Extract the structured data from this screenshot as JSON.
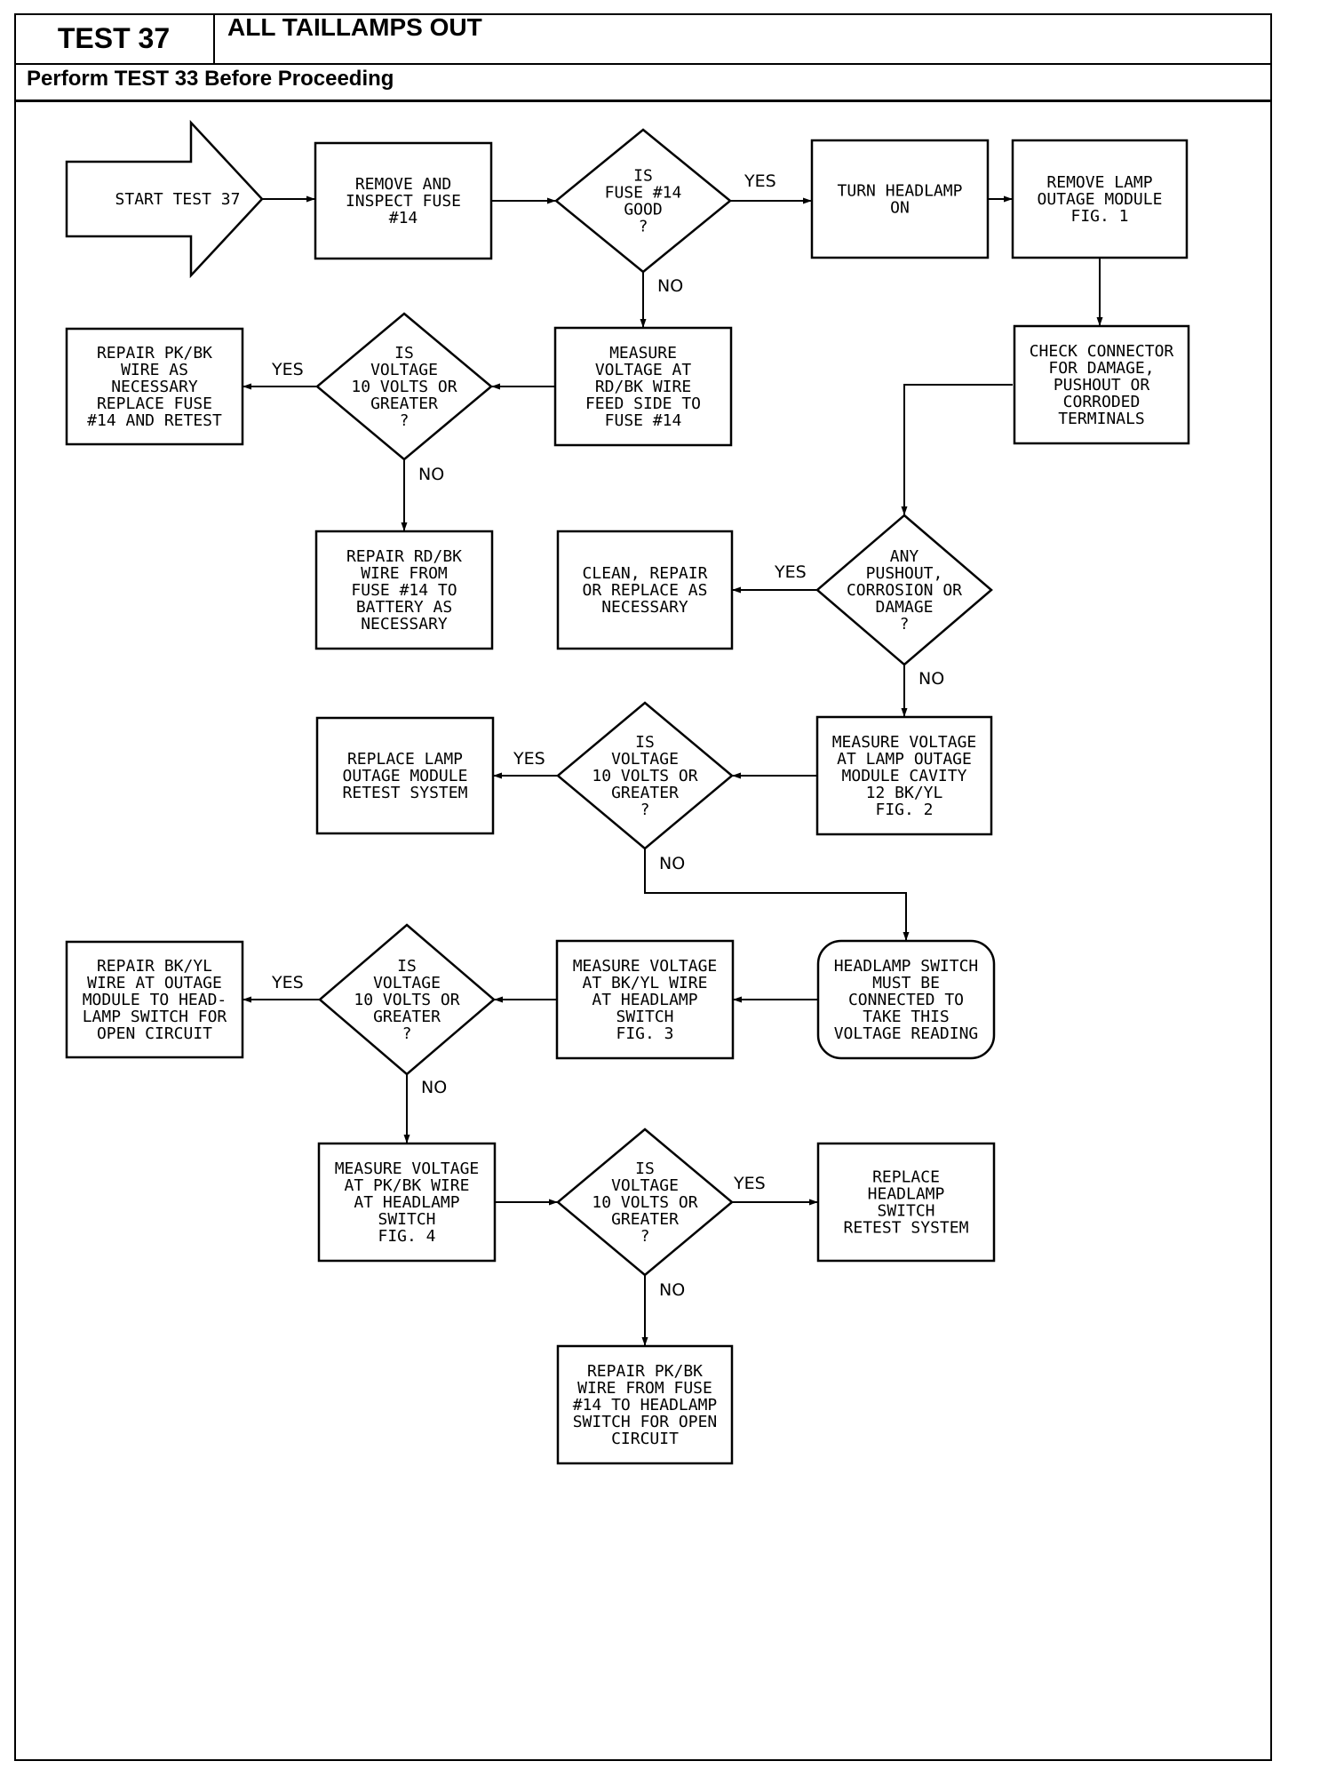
{
  "header": {
    "test_id": "TEST 37",
    "title": "ALL TAILLAMPS OUT",
    "subtitle": "Perform TEST 33 Before Proceeding"
  },
  "nodes": [
    {
      "id": "start",
      "shape": "arrow",
      "lines": [
        "START TEST 37"
      ]
    },
    {
      "id": "remove-fuse",
      "shape": "box",
      "lines": [
        "REMOVE AND",
        "INSPECT FUSE",
        "#14"
      ]
    },
    {
      "id": "fuse-good",
      "shape": "diamond",
      "lines": [
        "IS",
        "FUSE #14",
        "GOOD",
        "?"
      ]
    },
    {
      "id": "turn-headlamp",
      "shape": "box",
      "lines": [
        "TURN HEADLAMP",
        "ON"
      ]
    },
    {
      "id": "remove-module",
      "shape": "box",
      "lines": [
        "REMOVE LAMP",
        "OUTAGE MODULE",
        "FIG. 1"
      ]
    },
    {
      "id": "measure-rdbk",
      "shape": "box",
      "lines": [
        "MEASURE",
        "VOLTAGE AT",
        "RD/BK WIRE",
        "FEED SIDE TO",
        "FUSE #14"
      ]
    },
    {
      "id": "voltage-1",
      "shape": "diamond",
      "lines": [
        "IS",
        "VOLTAGE",
        "10 VOLTS OR",
        "GREATER",
        "?"
      ]
    },
    {
      "id": "repair-pkbk-1",
      "shape": "box",
      "lines": [
        "REPAIR PK/BK",
        "WIRE AS",
        "NECESSARY",
        "REPLACE FUSE",
        "#14 AND RETEST"
      ]
    },
    {
      "id": "repair-rdbk",
      "shape": "box",
      "lines": [
        "REPAIR RD/BK",
        "WIRE FROM",
        "FUSE #14 TO",
        "BATTERY AS",
        "NECESSARY"
      ]
    },
    {
      "id": "check-connector",
      "shape": "box",
      "lines": [
        "CHECK CONNECTOR",
        "FOR DAMAGE,",
        "PUSHOUT OR",
        "CORRODED",
        "TERMINALS"
      ]
    },
    {
      "id": "any-damage",
      "shape": "diamond",
      "lines": [
        "ANY",
        "PUSHOUT,",
        "CORROSION OR",
        "DAMAGE",
        "?"
      ]
    },
    {
      "id": "clean-repair",
      "shape": "box",
      "lines": [
        "CLEAN, REPAIR",
        "OR REPLACE AS",
        "NECESSARY"
      ]
    },
    {
      "id": "measure-cavity",
      "shape": "box",
      "lines": [
        "MEASURE VOLTAGE",
        "AT LAMP OUTAGE",
        "MODULE CAVITY",
        "12 BK/YL",
        "FIG. 2"
      ]
    },
    {
      "id": "voltage-2",
      "shape": "diamond",
      "lines": [
        "IS",
        "VOLTAGE",
        "10 VOLTS OR",
        "GREATER",
        "?"
      ]
    },
    {
      "id": "replace-module",
      "shape": "box",
      "lines": [
        "REPLACE LAMP",
        "OUTAGE MODULE",
        "RETEST SYSTEM"
      ]
    },
    {
      "id": "headlamp-note",
      "shape": "rounded",
      "lines": [
        "HEADLAMP SWITCH",
        "MUST BE",
        "CONNECTED TO",
        "TAKE THIS",
        "VOLTAGE READING"
      ]
    },
    {
      "id": "measure-bkyl",
      "shape": "box",
      "lines": [
        "MEASURE VOLTAGE",
        "AT BK/YL WIRE",
        "AT HEADLAMP",
        "SWITCH",
        "FIG. 3"
      ]
    },
    {
      "id": "voltage-3",
      "shape": "diamond",
      "lines": [
        "IS",
        "VOLTAGE",
        "10 VOLTS OR",
        "GREATER",
        "?"
      ]
    },
    {
      "id": "repair-bkyl",
      "shape": "box",
      "lines": [
        "REPAIR BK/YL",
        "WIRE AT OUTAGE",
        "MODULE TO HEAD-",
        "LAMP SWITCH FOR",
        "OPEN CIRCUIT"
      ]
    },
    {
      "id": "measure-pkbk",
      "shape": "box",
      "lines": [
        "MEASURE VOLTAGE",
        "AT PK/BK WIRE",
        "AT HEADLAMP",
        "SWITCH",
        "FIG. 4"
      ]
    },
    {
      "id": "voltage-4",
      "shape": "diamond",
      "lines": [
        "IS",
        "VOLTAGE",
        "10 VOLTS OR",
        "GREATER",
        "?"
      ]
    },
    {
      "id": "replace-switch",
      "shape": "box",
      "lines": [
        "REPLACE",
        "HEADLAMP",
        "SWITCH",
        "RETEST SYSTEM"
      ]
    },
    {
      "id": "repair-pkbk-2",
      "shape": "box",
      "lines": [
        "REPAIR PK/BK",
        "WIRE FROM FUSE",
        "#14 TO HEADLAMP",
        "SWITCH FOR OPEN",
        "CIRCUIT"
      ]
    }
  ],
  "edges": [
    {
      "from": "start",
      "to": "remove-fuse",
      "label": ""
    },
    {
      "from": "remove-fuse",
      "to": "fuse-good",
      "label": ""
    },
    {
      "from": "fuse-good",
      "to": "turn-headlamp",
      "label": "YES"
    },
    {
      "from": "turn-headlamp",
      "to": "remove-module",
      "label": ""
    },
    {
      "from": "fuse-good",
      "to": "measure-rdbk",
      "label": "NO"
    },
    {
      "from": "measure-rdbk",
      "to": "voltage-1",
      "label": ""
    },
    {
      "from": "voltage-1",
      "to": "repair-pkbk-1",
      "label": "YES"
    },
    {
      "from": "voltage-1",
      "to": "repair-rdbk",
      "label": "NO"
    },
    {
      "from": "remove-module",
      "to": "check-connector",
      "label": ""
    },
    {
      "from": "check-connector",
      "to": "any-damage",
      "label": ""
    },
    {
      "from": "any-damage",
      "to": "clean-repair",
      "label": "YES"
    },
    {
      "from": "any-damage",
      "to": "measure-cavity",
      "label": "NO"
    },
    {
      "from": "measure-cavity",
      "to": "voltage-2",
      "label": ""
    },
    {
      "from": "voltage-2",
      "to": "replace-module",
      "label": "YES"
    },
    {
      "from": "voltage-2",
      "to": "headlamp-note",
      "label": "NO"
    },
    {
      "from": "headlamp-note",
      "to": "measure-bkyl",
      "label": ""
    },
    {
      "from": "measure-bkyl",
      "to": "voltage-3",
      "label": ""
    },
    {
      "from": "voltage-3",
      "to": "repair-bkyl",
      "label": "YES"
    },
    {
      "from": "voltage-3",
      "to": "measure-pkbk",
      "label": "NO"
    },
    {
      "from": "measure-pkbk",
      "to": "voltage-4",
      "label": ""
    },
    {
      "from": "voltage-4",
      "to": "replace-switch",
      "label": "YES"
    },
    {
      "from": "voltage-4",
      "to": "repair-pkbk-2",
      "label": "NO"
    }
  ]
}
